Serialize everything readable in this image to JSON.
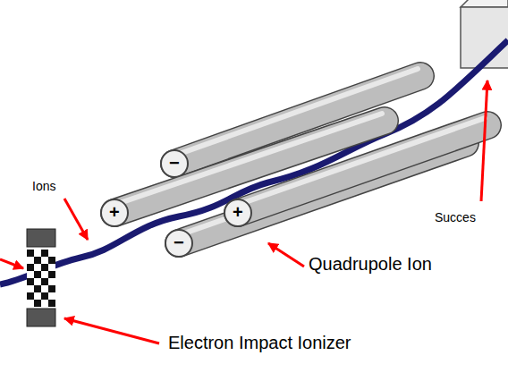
{
  "diagram": {
    "labels": [
      "Ions",
      "−",
      "+",
      "+",
      "−",
      "Succes",
      "Quadrupole Ion",
      "Electron Impact Ionizer"
    ]
  }
}
